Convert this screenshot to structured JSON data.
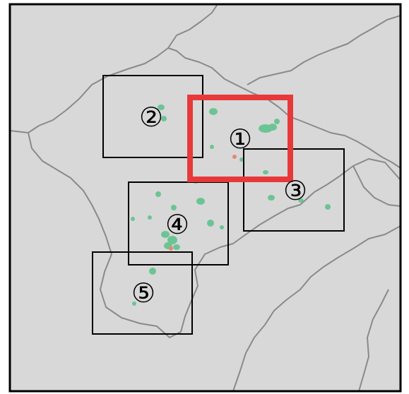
{
  "map": {
    "background": "#d8d8d8",
    "frame_color": "#000000",
    "border_color": "#8a8a8a",
    "site_color": "#6cc494",
    "site_accent_color": "#e7876c",
    "highlight_color": "#e8393a",
    "regions": [
      {
        "label": "①",
        "highlighted": true
      },
      {
        "label": "②",
        "highlighted": false
      },
      {
        "label": "③",
        "highlighted": false
      },
      {
        "label": "④",
        "highlighted": false
      },
      {
        "label": "⑤",
        "highlighted": false
      }
    ]
  }
}
